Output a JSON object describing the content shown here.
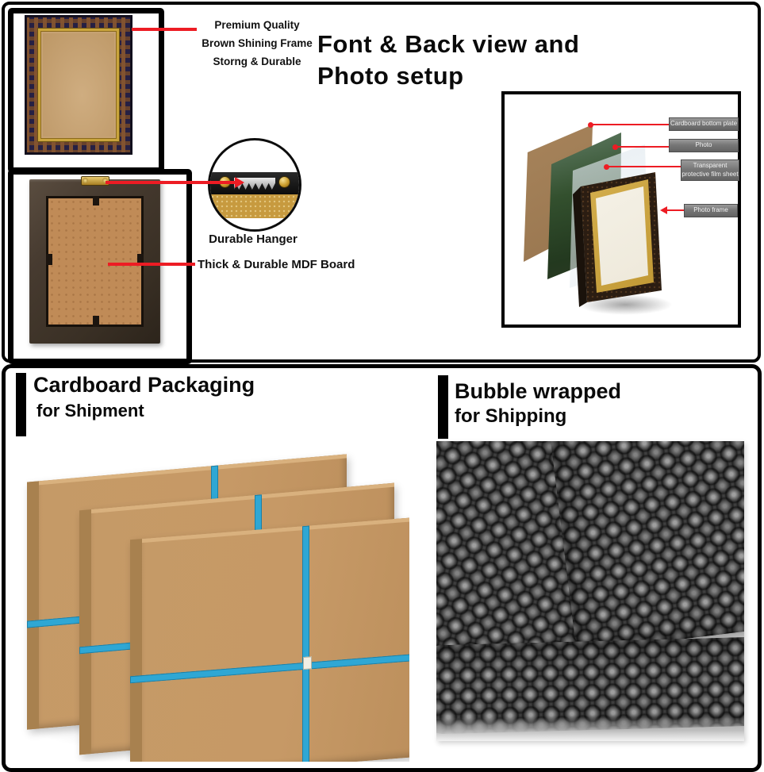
{
  "colors": {
    "accent_red": "#ED1C24",
    "strap_blue": "#2FA7D4",
    "cardboard": "#C59A67",
    "label_gray": "#777777",
    "gold": "#C9A43C"
  },
  "top": {
    "front_view": {
      "labels": [
        "Premium Quality",
        "Brown Shining Frame",
        "Storng & Durable"
      ]
    },
    "title_line1": "Font & Back view and",
    "title_line2": "Photo setup",
    "back_view": {
      "hanger_label": "Durable Hanger",
      "mdf_label": "Thick & Durable MDF Board"
    },
    "exploded": {
      "labels": [
        "Cardboard bottom plate",
        "Photo",
        "Transparent protective film sheet",
        "Photo frame"
      ]
    }
  },
  "bottom": {
    "left": {
      "title_line1": "Cardboard Packaging",
      "title_line2": "for Shipment"
    },
    "right": {
      "title_line1": "Bubble wrapped",
      "title_line2": "for Shipping"
    }
  }
}
